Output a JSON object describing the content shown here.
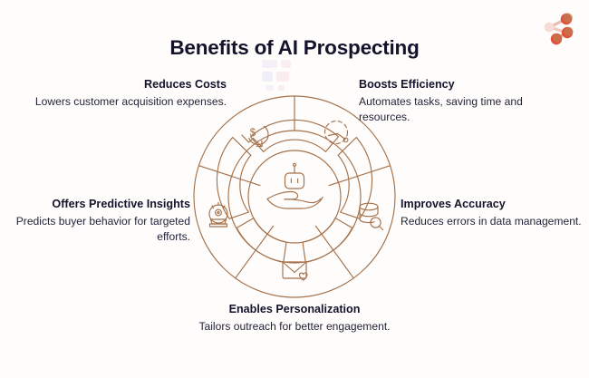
{
  "page": {
    "title": "Benefits of AI Prospecting",
    "background_color": "#fefdfc",
    "line_color": "#a5714a",
    "title_color": "#15132b",
    "accent_color": "#e8543f"
  },
  "logo": {
    "name": "brand-logo",
    "dot_color": "#e0503b",
    "dot_color_alt": "#c96a4f",
    "pale_color": "#f5cfc6"
  },
  "benefits": [
    {
      "id": "reduces-costs",
      "title": "Reduces Costs",
      "description": "Lowers customer acquisition expenses.",
      "icon": "dollar-decrease-icon",
      "align": "right"
    },
    {
      "id": "boosts-efficiency",
      "title": "Boosts Efficiency",
      "description": "Automates tasks, saving time and resources.",
      "icon": "speed-clock-icon",
      "align": "left"
    },
    {
      "id": "offers-predictive-insights",
      "title": "Offers Predictive Insights",
      "description": "Predicts buyer behavior for targeted efforts.",
      "icon": "crystal-ball-icon",
      "align": "right"
    },
    {
      "id": "improves-accuracy",
      "title": "Improves Accuracy",
      "description": "Reduces errors in data management.",
      "icon": "database-search-icon",
      "align": "left"
    },
    {
      "id": "enables-personalization",
      "title": "Enables Personalization",
      "description": "Tailors outreach for better engagement.",
      "icon": "email-heart-icon",
      "align": "center"
    }
  ],
  "center": {
    "icon": "hand-holding-robot-icon"
  }
}
